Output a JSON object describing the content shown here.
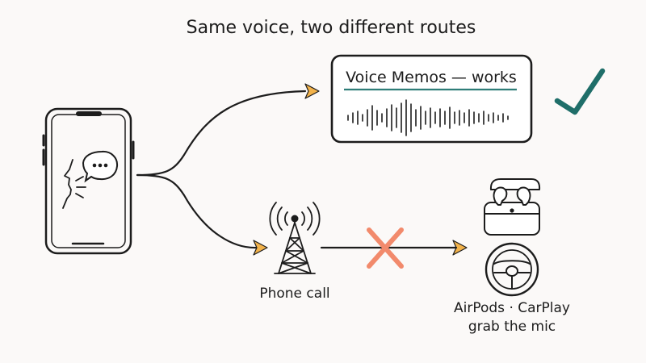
{
  "title": "Same voice, two different routes",
  "voice_memos": {
    "label": "Voice Memos — works"
  },
  "phone_call": {
    "label": "Phone call"
  },
  "destination": {
    "line1": "AirPods · CarPlay",
    "line2": "grab the mic"
  },
  "icons": {
    "phone": "smartphone-icon",
    "speaker": "speaking-person-icon",
    "speech": "speech-bubble-icon",
    "tower": "cell-tower-icon",
    "waveform": "audio-waveform-icon",
    "success": "checkmark-icon",
    "blocked": "cross-icon",
    "airpods": "airpods-case-icon",
    "carplay": "steering-wheel-icon"
  },
  "colors": {
    "ink": "#1c1c1c",
    "background": "#fbf9f8",
    "arrow_head": "#f2b24a",
    "underline": "#2e7d78",
    "check": "#1f6e69",
    "cross": "#f28a6c"
  }
}
